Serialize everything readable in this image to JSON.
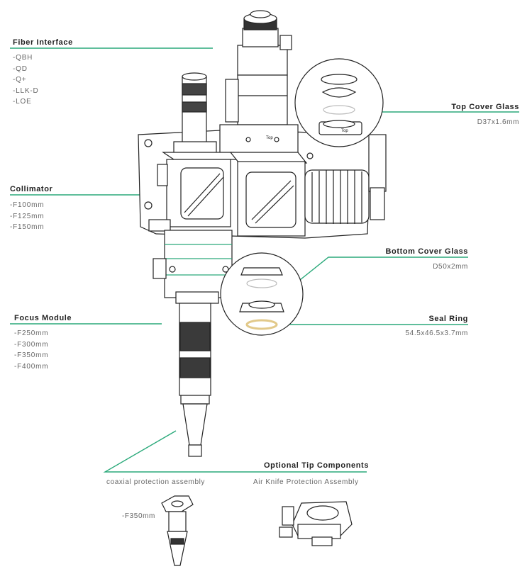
{
  "colors": {
    "accent": "#2aa97a",
    "line_art": "#222222",
    "seal": "#e2c98a"
  },
  "fiber": {
    "title": "Fiber Interface",
    "items": [
      "-QBH",
      "-QD",
      "-Q+",
      "-LLK-D",
      "-LOE"
    ]
  },
  "collimator": {
    "title": "Collimator",
    "items": [
      "-F100mm",
      "-F125mm",
      "-F150mm"
    ]
  },
  "focus": {
    "title": "Focus Module",
    "items": [
      "-F250mm",
      "-F300mm",
      "-F350mm",
      "-F400mm"
    ]
  },
  "top_cover": {
    "title": "Top Cover Glass",
    "spec": "D37x1.6mm",
    "tag": "Top"
  },
  "bottom_cover": {
    "title": "Bottom Cover Glass",
    "spec": "D50x2mm"
  },
  "seal_ring": {
    "title": "Seal Ring",
    "spec": "54.5x46.5x3.7mm"
  },
  "tips": {
    "title": "Optional Tip Components",
    "coaxial": "coaxial protection assembly",
    "air_knife": "Air Knife Protection Assembly",
    "nozzle_size": "-F350mm"
  },
  "head_tag": "Top"
}
